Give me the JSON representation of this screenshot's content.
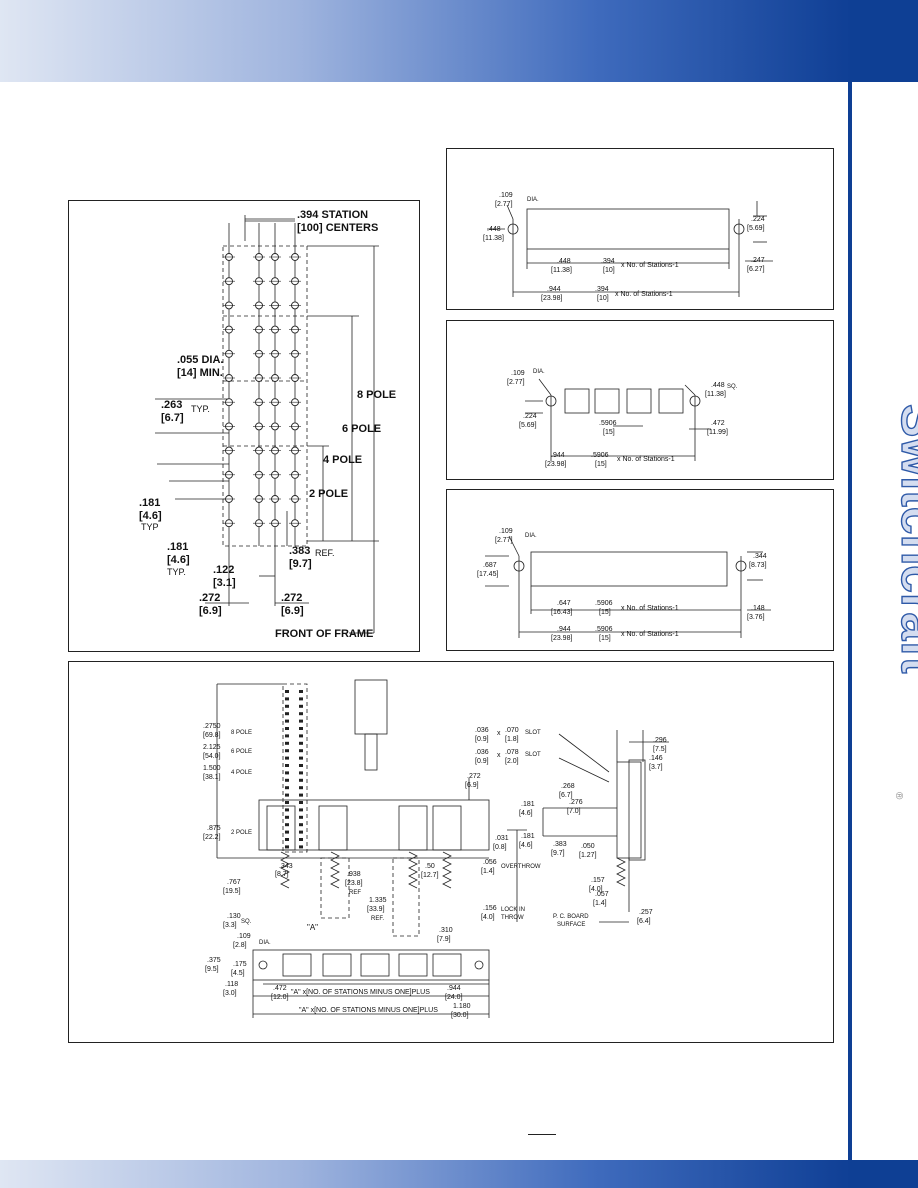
{
  "brand": {
    "name": "Switchcraft",
    "registered": "®"
  },
  "colors": {
    "accent": "#0e3f94",
    "line": "#222222",
    "rule": "#555555"
  },
  "panel_a": {
    "station_centers": ".394 STATION",
    "station_centers_mm": "[100] CENTERS",
    "dia_note": ".055 DIA.",
    "dia_note_mm": "[14] MIN.",
    "typ_263": ".263",
    "typ_263_mm": "[6.7]",
    "typ_label": "TYP.",
    "pole8": "8 POLE",
    "pole6": "6 POLE",
    "pole4": "4 POLE",
    "pole2": "2 POLE",
    "d181a": ".181",
    "d181a_mm": "[4.6]",
    "d181a_typ": "TYP",
    "d181b": ".181",
    "d181b_mm": "[4.6]",
    "d181b_typ": "TYP.",
    "ref383": ".383",
    "ref383_mm": "[9.7]",
    "ref_label": "REF.",
    "d122": ".122",
    "d122_mm": "[3.1]",
    "d272l": ".272",
    "d272l_mm": "[6.9]",
    "d272r": ".272",
    "d272r_mm": "[6.9]",
    "front": "FRONT OF FRAME"
  },
  "panel_b": {
    "dia": ".109",
    "dia_mm": "[2.77]",
    "dia_label": "DIA.",
    "d448": ".448",
    "d448_mm": "[11.38]",
    "d224": ".224",
    "d224_mm": "[5.69]",
    "d247": ".247",
    "d247_mm": "[6.27]",
    "f1_a": ".448",
    "f1_a_mm": "[11.38]",
    "f1_b": ".394",
    "f1_b_mm": "[10]",
    "f1_tail": "x No. of Stations-1",
    "f2_a": ".944",
    "f2_a_mm": "[23.98]",
    "f2_b": ".394",
    "f2_b_mm": "[10]",
    "f2_tail": "x No. of Stations-1"
  },
  "panel_c": {
    "dia": ".109",
    "dia_mm": "[2.77]",
    "dia_label": "DIA.",
    "d224": ".224",
    "d224_mm": "[5.69]",
    "d5906": ".5906",
    "d5906_mm": "[15]",
    "sq": ".448",
    "sq_mm": "[11.38]",
    "sq_label": "SQ.",
    "d472": ".472",
    "d472_mm": "[11.99]",
    "f_a": ".944",
    "f_a_mm": "[23.98]",
    "f_b": ".5906",
    "f_b_mm": "[15]",
    "f_tail": "x No. of Stations-1"
  },
  "panel_d": {
    "dia": ".109",
    "dia_mm": "[2.77]",
    "dia_label": "DIA.",
    "d687": ".687",
    "d687_mm": "[17.45]",
    "d344": ".344",
    "d344_mm": "[8.73]",
    "d148": ".148",
    "d148_mm": "[3.76]",
    "f1_a": ".647",
    "f1_a_mm": "[16.43]",
    "f1_b": ".5906",
    "f1_b_mm": "[15]",
    "f1_tail": "x No. of Stations-1",
    "f2_a": ".944",
    "f2_a_mm": "[23.98]",
    "f2_b": ".5906",
    "f2_b_mm": "[15]",
    "f2_tail": "x No. of Stations-1"
  },
  "panel_e": {
    "h8": ".2750",
    "h8_mm": "[69.8]",
    "h8_label": "8 POLE",
    "h6": "2.125",
    "h6_mm": "[54.0]",
    "h6_label": "6 POLE",
    "h4": "1.500",
    "h4_mm": "[38.1]",
    "h4_label": "4 POLE",
    "h2": ".875",
    "h2_mm": "[22.2]",
    "h2_label": "2 POLE",
    "d767": ".767",
    "d767_mm": "[19.5]",
    "d343": ".343",
    "d343_mm": "[8.7]",
    "d938": ".938",
    "d938_mm": "[23.8]",
    "d938_ref": "REF",
    "d1335": "1.335",
    "d1335_mm": "[33.9]",
    "d1335_ref": "REF.",
    "d130": ".130",
    "d130_mm": "[3.3]",
    "d130_sq": "SQ.",
    "a_label": "\"A\"",
    "d272": ".272",
    "d272_mm": "[6.9]",
    "d031": ".031",
    "d031_mm": "[0.8]",
    "d050_5": ".50",
    "d050_5_mm": "[12.7]",
    "overthrow": ".056",
    "overthrow_mm": "[1.4]",
    "overthrow_label": "OVERTHROW",
    "lockin": ".156",
    "lockin_mm": "[4.0]",
    "lockin_label": "LOCK IN",
    "lockin_label2": "THROW",
    "d310": ".310",
    "d310_mm": "[7.9]",
    "slot1": ".036",
    "slot1_mm": "[0.9]",
    "slot1_x": "x",
    "slot1_b": ".070",
    "slot1_b_mm": "[1.8]",
    "slot1_label": "SLOT",
    "slot2": ".036",
    "slot2_mm": "[0.9]",
    "slot2_x": "x",
    "slot2_b": ".078",
    "slot2_b_mm": "[2.0]",
    "slot2_label": "SLOT",
    "d296": ".296",
    "d296_mm": "[7.5]",
    "d146": ".146",
    "d146_mm": "[3.7]",
    "d268": ".268",
    "d268_mm": "[6.7]",
    "d276": ".276",
    "d276_mm": "[7.0]",
    "d181a": ".181",
    "d181a_mm": "[4.6]",
    "d181b": ".181",
    "d181b_mm": "[4.6]",
    "d383": ".383",
    "d383_mm": "[9.7]",
    "d050": ".050",
    "d050_mm": "[1.27]",
    "d157": ".157",
    "d157_mm": "[4.0]",
    "d057": ".057",
    "d057_mm": "[1.4]",
    "d257": ".257",
    "d257_mm": "[6.4]",
    "pcb1": "P. C. BOARD",
    "pcb2": "SURFACE",
    "dia": ".109",
    "dia_mm": "[2.8]",
    "dia_label": "DIA.",
    "d375": ".375",
    "d375_mm": "[9.5]",
    "d175": ".175",
    "d175_mm": "[4.5]",
    "d118": ".118",
    "d118_mm": "[3.0]",
    "d472": ".472",
    "d472_mm": "[12.0]",
    "f1": "\"A\" x[NO. OF STATIONS MINUS ONE]PLUS",
    "f1_v": ".944",
    "f1_v_mm": "[24.0]",
    "f2": "\"A\" x[NO. OF STATIONS MINUS ONE]PLUS",
    "f2_v": "1.180",
    "f2_v_mm": "[30.0]"
  }
}
